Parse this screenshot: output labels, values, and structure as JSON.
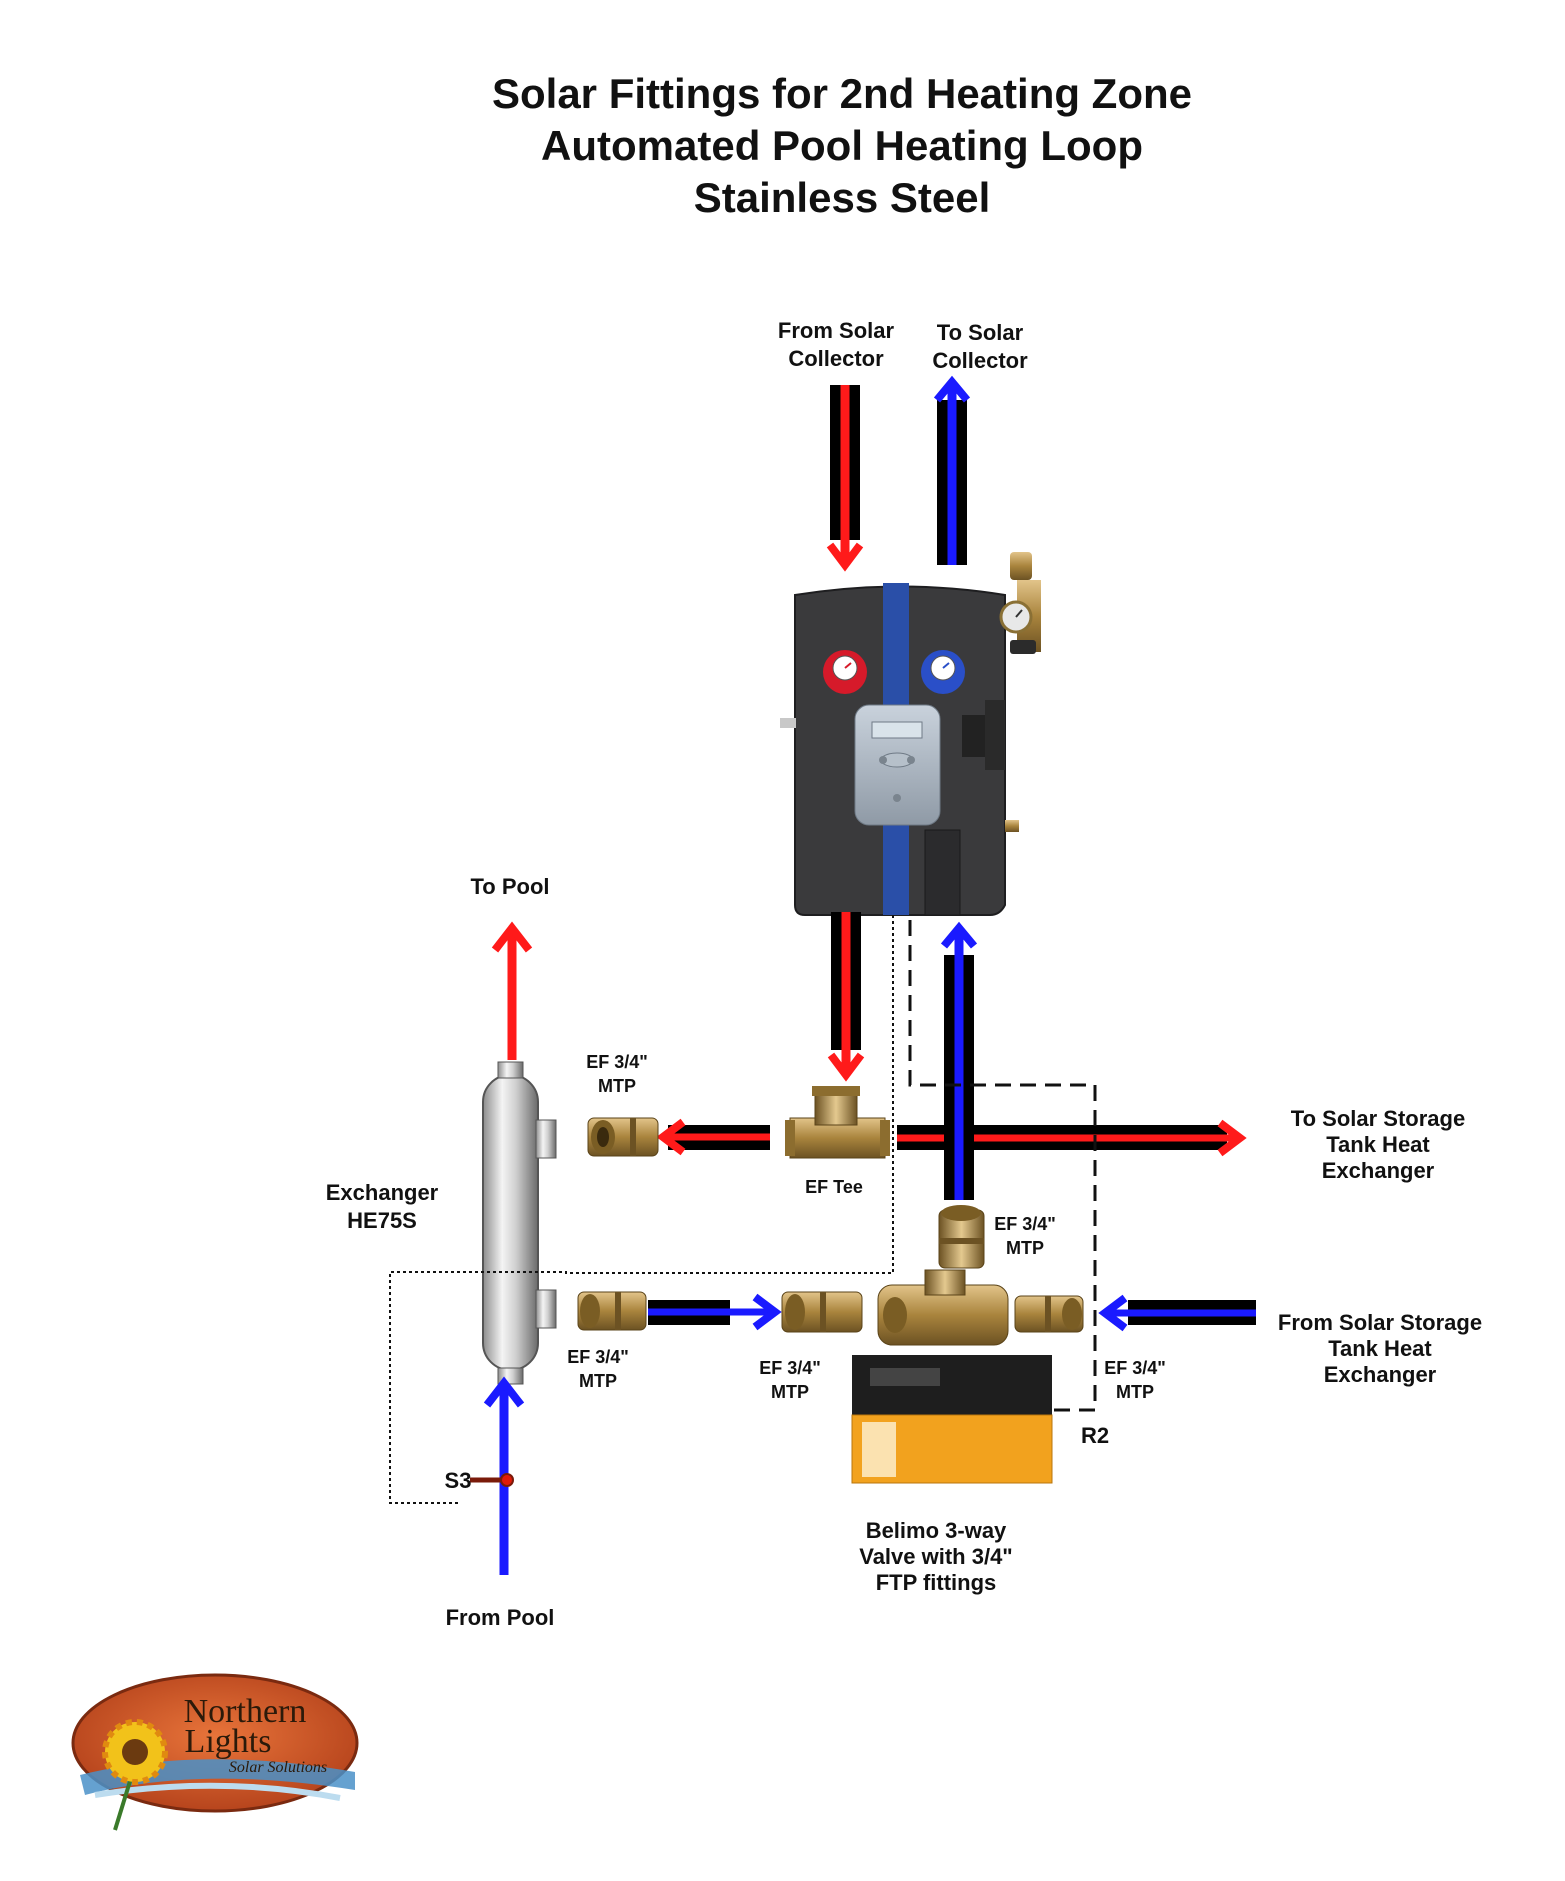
{
  "title": {
    "line1": "Solar Fittings for 2nd Heating Zone",
    "line2": "Automated Pool Heating Loop",
    "line3": "Stainless Steel"
  },
  "labels": {
    "from_solar_collector_1": "From  Solar",
    "from_solar_collector_2": "Collector",
    "to_solar_collector_1": "To  Solar",
    "to_solar_collector_2": "Collector",
    "to_pool": "To Pool",
    "from_pool": "From Pool",
    "exchanger_1": "Exchanger",
    "exchanger_2": "HE75S",
    "ef_tee": "EF Tee",
    "fitting_1": "EF 3/4\"",
    "fitting_2": "MTP",
    "to_storage_1": "To Solar Storage",
    "to_storage_2": "Tank Heat",
    "to_storage_3": "Exchanger",
    "from_storage_1": "From Solar Storage",
    "from_storage_2": "Tank Heat",
    "from_storage_3": "Exchanger",
    "valve_1": "Belimo 3-way",
    "valve_2": "Valve with 3/4\"",
    "valve_3": "FTP fittings",
    "sensor_s3": "S3",
    "relay_r2": "R2"
  },
  "logo": {
    "line1": "Northern",
    "line2": "Lights",
    "line3": "Solar Solutions"
  },
  "colors": {
    "hot": "#ff1a1a",
    "cold": "#1a1aff",
    "pipe": "#000000",
    "brass": "#b08a3e",
    "station": "#3a3a3c",
    "accent_blue": "#2a4fa8",
    "valve_orange": "#f2a21e"
  }
}
